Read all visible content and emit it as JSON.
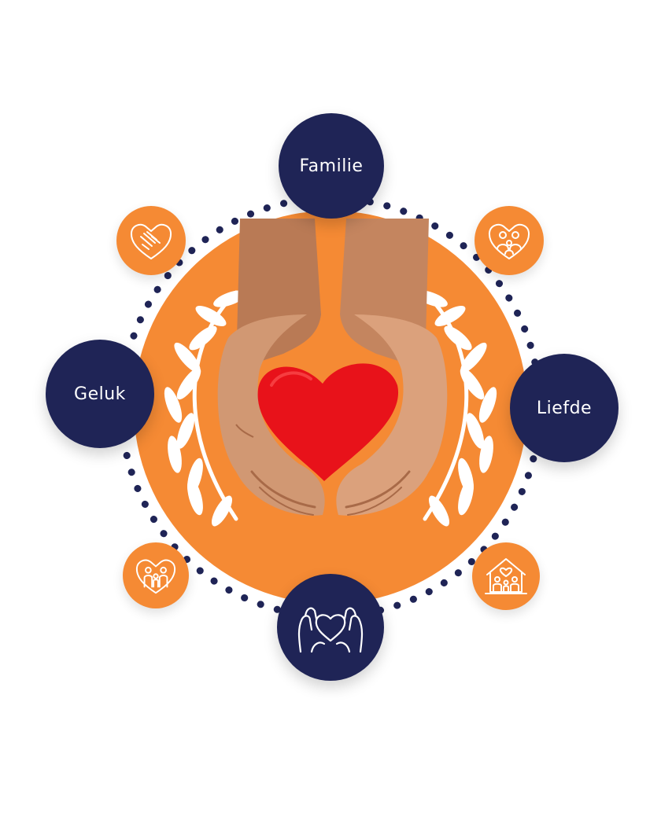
{
  "bubbles": {
    "familie": "Familie",
    "geluk": "Geluk",
    "liefde": "Liefde"
  },
  "icons": {
    "top_left": "hands-heart-icon",
    "top_right": "family-heart-icon",
    "bottom_left": "parents-child-heart-icon",
    "bottom_right": "home-family-icon",
    "bottom_center": "caring-hands-heart-icon"
  },
  "colors": {
    "orange": "#f58a34",
    "navy": "#1f2456",
    "heart_red": "#e8121a",
    "dots": "#1f2456"
  }
}
